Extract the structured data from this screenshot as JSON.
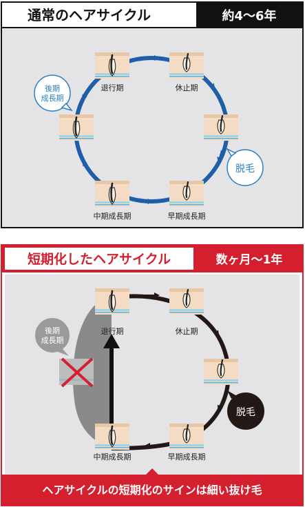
{
  "panel1": {
    "title": "通常のヘアサイクル",
    "duration": "約4〜6年",
    "labels": {
      "top_left": "退行期",
      "top_right": "休止期",
      "bottom_left": "中期成長期",
      "bottom_right": "早期成長期"
    },
    "bubble_left": [
      "後期",
      "成長期"
    ],
    "bubble_right": "脱毛",
    "colors": {
      "ring": "#1f5fa8",
      "bubble": "#2a7fc1"
    }
  },
  "panel2": {
    "title": "短期化したヘアサイクル",
    "duration": "数ヶ月〜1年",
    "labels": {
      "top_left": "退行期",
      "top_right": "休止期",
      "bottom_left": "中期成長期",
      "bottom_right": "早期成長期"
    },
    "bubble_left": [
      "後期",
      "成長期"
    ],
    "bubble_right": "脱毛",
    "footer": "ヘアサイクルの短期化のサインは細い抜け毛",
    "colors": {
      "accent": "#d41f2e",
      "ring": "#231815"
    }
  }
}
